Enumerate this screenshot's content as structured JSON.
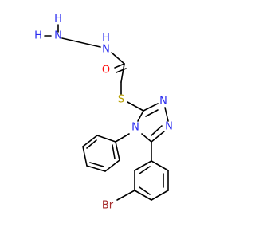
{
  "molecule": {
    "atoms": {
      "nh2_h1": "H",
      "nh2_h2": "H",
      "nh2_n": "N",
      "nh_n": "N",
      "nh_h": "H",
      "o": "O",
      "s": "S",
      "ring_n2": "N",
      "ring_n3": "N",
      "ring_n4": "N",
      "br": "Br"
    },
    "colors": {
      "bond": "#000000",
      "nitrogen": "#2a2cf0",
      "oxygen": "#ff0d0d",
      "sulfur": "#b8a000",
      "bromine": "#a52a2a"
    }
  }
}
